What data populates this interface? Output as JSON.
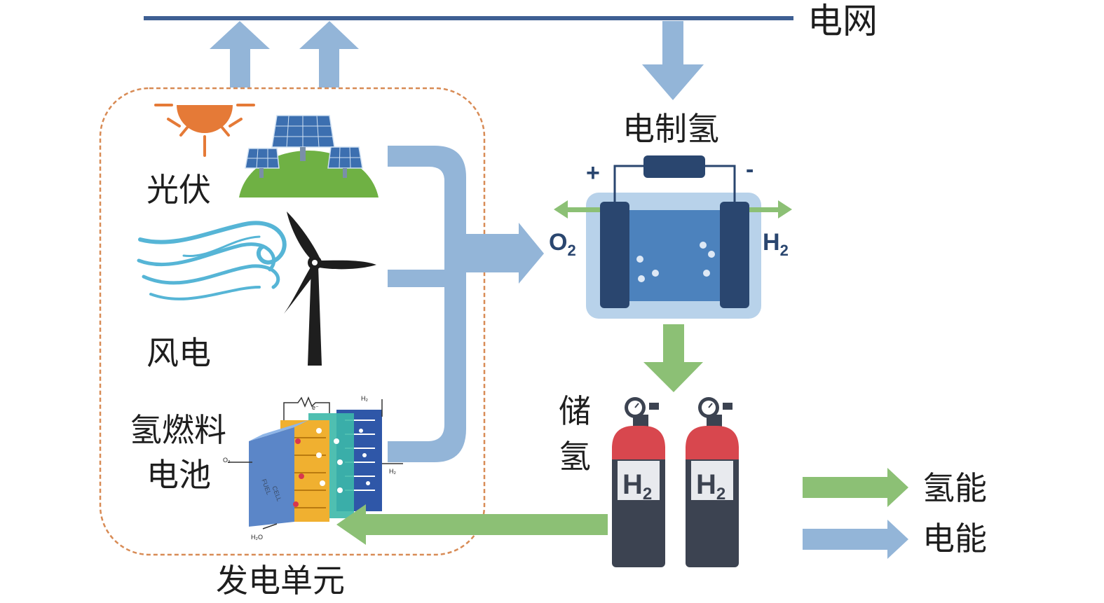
{
  "labels": {
    "grid": "电网",
    "pv": "光伏",
    "wind": "风电",
    "fuel_cell_line1": "氢燃料",
    "fuel_cell_line2": "电池",
    "generation_unit": "发电单元",
    "electrolysis": "电制氢",
    "storage_line1": "储",
    "storage_line2": "氢",
    "legend_hydrogen": "氢能",
    "legend_electric": "电能"
  },
  "electrolyzer": {
    "plus": "+",
    "minus": "-",
    "o2_main": "O",
    "o2_sub": "2",
    "h2_main": "H",
    "h2_sub": "2"
  },
  "tanks": [
    {
      "main": "H",
      "sub": "2"
    },
    {
      "main": "H",
      "sub": "2"
    }
  ],
  "fuel_cell_graphic": {
    "text_line1": "FUEL",
    "text_line2": "CELL",
    "h2_in": "H₂",
    "o2_in": "O₂",
    "h2_out": "H₂",
    "h2o_out": "H₂O",
    "e_minus": "e⁻"
  },
  "colors": {
    "electric_arrow": "#93b5d8",
    "hydrogen_arrow": "#8cc075",
    "grid_line": "#3e5f93",
    "dashed_border": "#d88b55",
    "sun": "#e57a37",
    "tank_red": "#d8474e",
    "tank_body": "#3c4351",
    "electrolyzer_bath": "#4c82bd",
    "electrode": "#2a466f"
  }
}
